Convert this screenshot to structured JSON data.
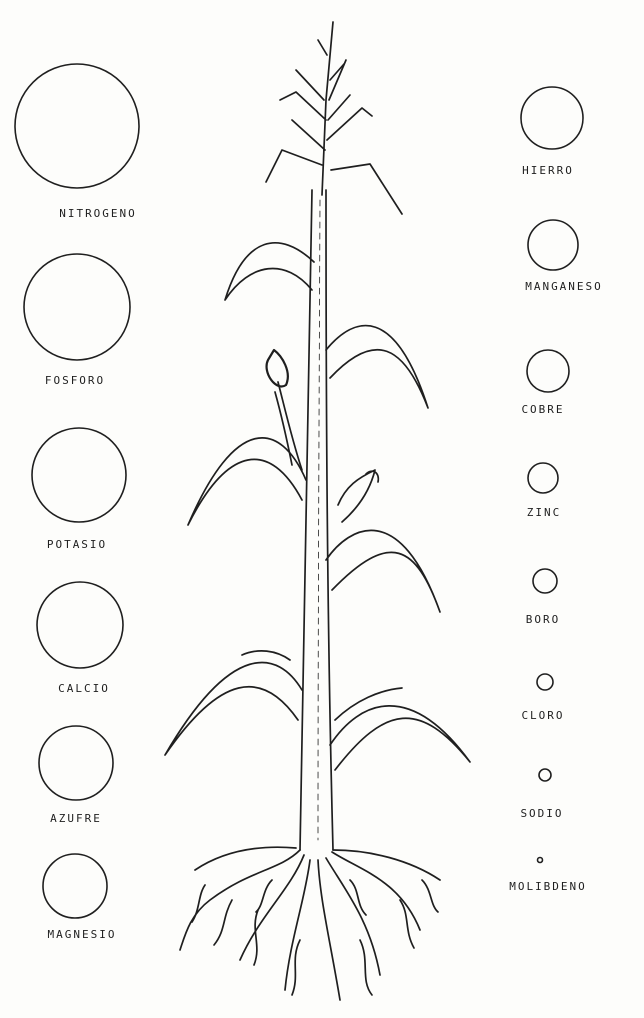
{
  "nutrients_left": [
    {
      "id": "nitrogeno",
      "label": "NITROGENO"
    },
    {
      "id": "fosforo",
      "label": "FOSFORO"
    },
    {
      "id": "potasio",
      "label": "POTASIO"
    },
    {
      "id": "calcio",
      "label": "CALCIO"
    },
    {
      "id": "azufre",
      "label": "AZUFRE"
    },
    {
      "id": "magnesio",
      "label": "MAGNESIO"
    }
  ],
  "nutrients_right": [
    {
      "id": "hierro",
      "label": "HIERRO"
    },
    {
      "id": "manganeso",
      "label": "MANGANESO"
    },
    {
      "id": "cobre",
      "label": "COBRE"
    },
    {
      "id": "zinc",
      "label": "ZINC"
    },
    {
      "id": "boro",
      "label": "BORO"
    },
    {
      "id": "cloro",
      "label": "CLORO"
    },
    {
      "id": "sodio",
      "label": "SODIO"
    },
    {
      "id": "molibdeno",
      "label": "MOLIBDENO"
    }
  ],
  "colors": {
    "ink": "#1f1f1f",
    "paper": "#fdfdfb"
  },
  "icons": {
    "plant": "corn-plant-icon"
  }
}
